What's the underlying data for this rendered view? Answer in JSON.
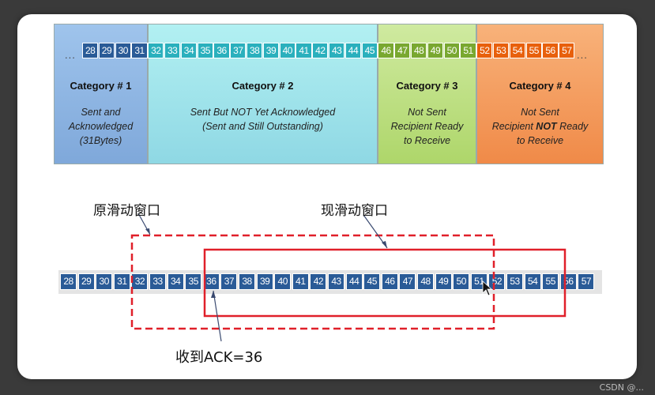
{
  "categories": [
    {
      "title": "Category # 1",
      "desc": "Sent and\nAcknowledged\n(31Bytes)"
    },
    {
      "title": "Category # 2",
      "desc": "Sent But NOT Yet Acknowledged\n(Sent and Still Outstanding)"
    },
    {
      "title": "Category # 3",
      "desc": "Not Sent\nRecipient Ready\nto Receive"
    },
    {
      "title": "Category # 4",
      "desc_line1": "Not Sent",
      "desc_line2a": "Recipient ",
      "desc_line2b": "NOT",
      "desc_line2c": " Ready",
      "desc_line3": "to Receive"
    }
  ],
  "dots": "...",
  "top_numbers": [
    "28",
    "29",
    "30",
    "31",
    "32",
    "33",
    "34",
    "35",
    "36",
    "37",
    "38",
    "39",
    "40",
    "41",
    "42",
    "43",
    "44",
    "45",
    "46",
    "47",
    "48",
    "49",
    "50",
    "51",
    "52",
    "53",
    "54",
    "55",
    "56",
    "57"
  ],
  "bottom_numbers": [
    "28",
    "29",
    "30",
    "31",
    "32",
    "33",
    "34",
    "35",
    "36",
    "37",
    "38",
    "39",
    "40",
    "41",
    "42",
    "43",
    "44",
    "45",
    "46",
    "47",
    "48",
    "49",
    "50",
    "51",
    "52",
    "53",
    "54",
    "55",
    "56",
    "57"
  ],
  "labels": {
    "old_window": "原滑动窗口",
    "new_window": "现滑动窗口",
    "ack": "收到ACK=36"
  },
  "colors": {
    "cat1_bg": "#9cc2ea",
    "cat2_bg": "#a8ecee",
    "cat3_bg": "#c4e48c",
    "cat4_bg": "#f6a060",
    "cat1_cell": "#2a5b97",
    "cat2_cell": "#2ab0bd",
    "cat3_cell": "#79a830",
    "cat4_cell": "#e8600c",
    "window_red": "#e0202a"
  },
  "watermark": "CSDN @..."
}
